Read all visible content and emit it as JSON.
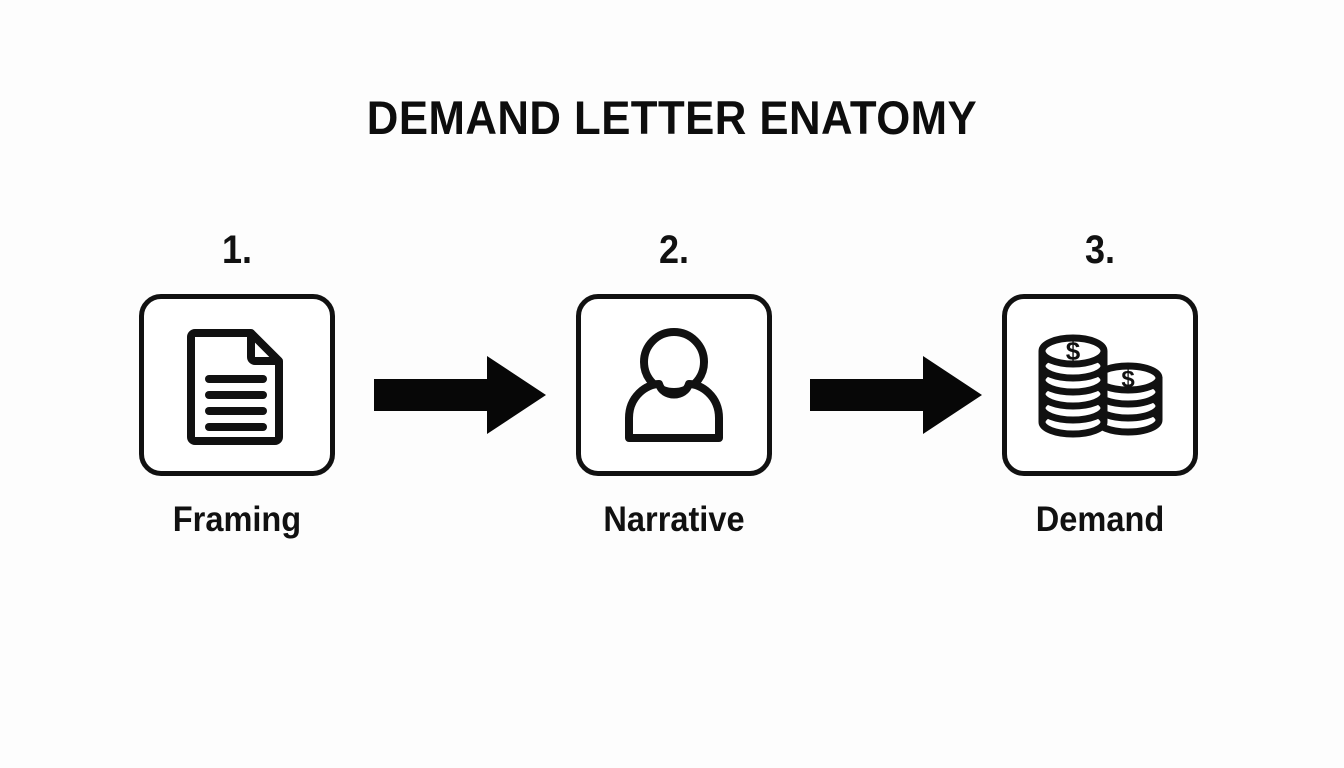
{
  "page": {
    "title": "DEMAND LETTER ENATOMY",
    "background_color": "#fdfdfd",
    "ink_color": "#111111"
  },
  "flow": {
    "orientation": "horizontal",
    "steps": [
      {
        "number": "1.",
        "label": "Framing",
        "icon": "document-icon",
        "icon_description": "page with folded corner and five text lines"
      },
      {
        "number": "2.",
        "label": "Narrative",
        "icon": "person-icon",
        "icon_description": "head and shoulders silhouette outline"
      },
      {
        "number": "3.",
        "label": "Demand",
        "icon": "coin-stacks-icon",
        "icon_description": "two stacks of coins marked with dollar signs"
      }
    ],
    "connectors": [
      {
        "type": "arrow-right",
        "from": "Framing",
        "to": "Narrative"
      },
      {
        "type": "arrow-right",
        "from": "Narrative",
        "to": "Demand"
      }
    ]
  }
}
